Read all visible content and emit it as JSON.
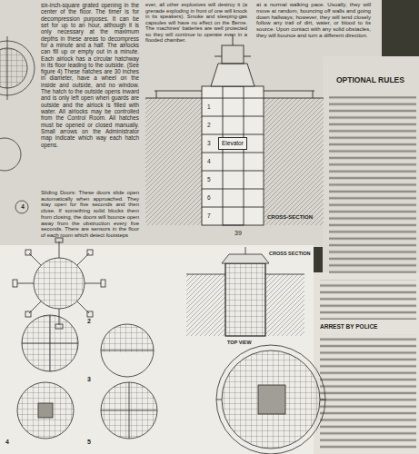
{
  "diagram": {
    "nodes": [
      {
        "text": [
          "Elevator"
        ]
      }
    ],
    "labels": [
      "six-inch-square grated opening in the center of the floor. The timer is for decompression purposes. It can be set for up to an hour, although it is only necessary at the maximum depths in these areas to decompress for a minute and a half. The airlocks can fill up or empty out in a minute. Each airlock has a circular hatchway in its floor leading to the outside. (See figure 4) These hatches are 30 inches in diameter, have a wheel on the inside and outside, and no window. The hatch to the outside opens inward and is only left open when guards are outside and the airlock is filled with water. All airlocks may be controlled from the Control Room. All hatches must be opened or closed manually. Small arrows on the Administrator map indicate which way each hatch opens.",
      "Sliding Doors: These doors slide open automatically when approached. They stay open for five seconds and then close. If something solid blocks them from closing, the doors will bounce open away from the obstruction every five seconds. There are sensors in the floor of each room which detect footsteps",
      "ever, all other explosives will destroy it (a grenade exploding in front of one will knock in its speakers). Smoke and sleeping-gas capsules will have no effect on the Berne. The machines' batteries are well protected so they will continue to operate even in a flooded chamber.",
      "at a normal walking pace. Usually, they will move at random, bouncing off walls and going down hallways; however, they will tend closely follow any trail of dirt, water, or blood to its source. Upon contact with any solid obstacles, they will bounce and turn a different direction.",
      "CROSS-SECTION",
      "1",
      "2",
      "3",
      "4",
      "5",
      "6",
      "7",
      "39",
      "OPTIONAL RULES",
      "4",
      "CROSS SECTION",
      "TOP VIEW",
      "2",
      "3",
      "4",
      "5",
      "ARREST BY POLICE"
    ]
  }
}
